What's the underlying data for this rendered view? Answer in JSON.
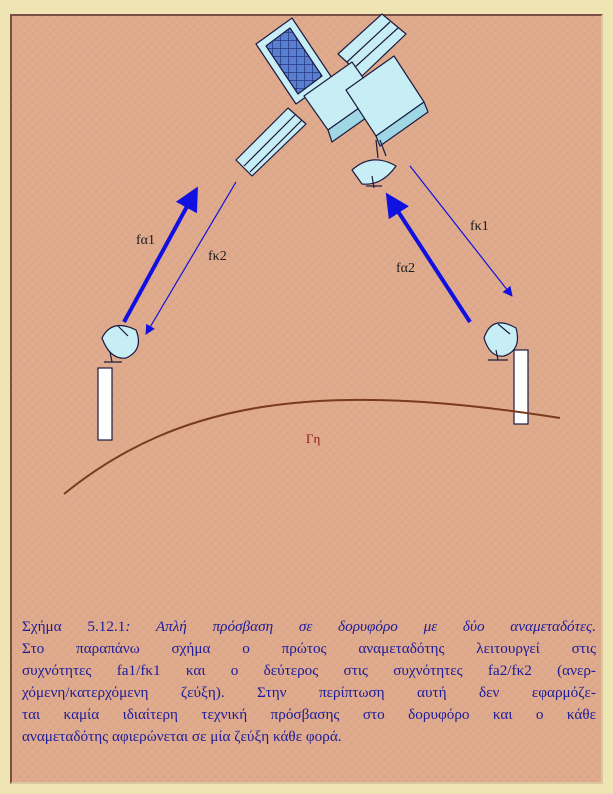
{
  "figure": {
    "labels": {
      "f_a1": "fα1",
      "f_k2": "fκ2",
      "f_k1": "fκ1",
      "f_a2": "fα2",
      "earth": "Γη"
    }
  },
  "caption": {
    "number": "Σχήμα 5.12.1",
    "title": ": Απλή πρόσβαση σε δορυφόρο με δύο αναμεταδότες.",
    "lines": [
      "Στο παραπάνω σχήμα ο πρώτος αναμεταδότης λειτουργεί στις",
      "συχνότητες fa1/fκ1 και ο δεύτερος στις συχνότητες fa2/fκ2 (ανερ-",
      "χόμενη/κατερχόμενη ζεύξη). Στην περίπτωση αυτή δεν εφαρμόζε-",
      "ται καμία ιδιαίτερη τεχνική πρόσβασης στο δορυφόρο και ο κάθε",
      "αναμεταδότης αφιερώνεται σε μία ζεύξη κάθε φορά."
    ]
  },
  "colors": {
    "background": "#dfa98c",
    "outer_frame": "#efe4b4",
    "satellite_fill": "#c8eef5",
    "arrow_uplink": "#1010e0",
    "caption_text": "#1c1c9a",
    "earth_curve": "#7a3a1e"
  }
}
